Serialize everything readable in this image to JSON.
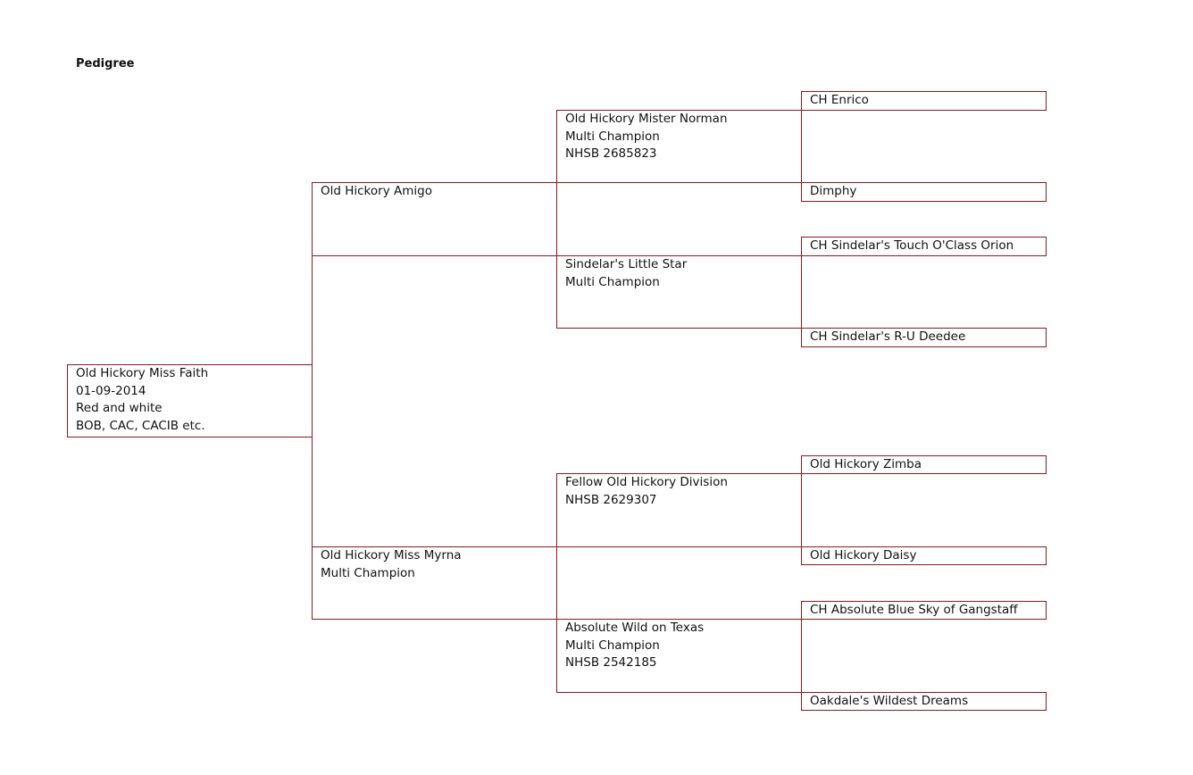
{
  "title": "Pedigree",
  "line_color": "#8b1a1a",
  "subject": {
    "name": "Old Hickory  Miss Faith",
    "born": "01-09-2014",
    "color": "Red and white",
    "titles": "BOB, CAC, CACIB etc."
  },
  "sire": {
    "name": "Old Hickory  Amigo"
  },
  "dam": {
    "name": "Old Hickory  Miss Myrna",
    "title": "Multi Champion"
  },
  "sire_sire": {
    "name": "Old Hickory  Mister Norman",
    "title": "Multi Champion",
    "reg": "NHSB 2685823"
  },
  "sire_dam": {
    "name": "Sindelar's Little Star",
    "title": "Multi Champion"
  },
  "dam_sire": {
    "name": "Fellow Old Hickory Division",
    "reg": "NHSB 2629307"
  },
  "dam_dam": {
    "name": "Absolute Wild on Texas",
    "title": "Multi Champion",
    "reg": "NHSB 2542185"
  },
  "gen3": [
    "CH Enrico",
    "Dimphy",
    "CH Sindelar's Touch O'Class Orion",
    "CH Sindelar's R-U Deedee",
    "Old Hickory  Zimba",
    "Old Hickory  Daisy",
    "CH Absolute Blue Sky of Gangstaff",
    "Oakdale's Wildest Dreams"
  ]
}
